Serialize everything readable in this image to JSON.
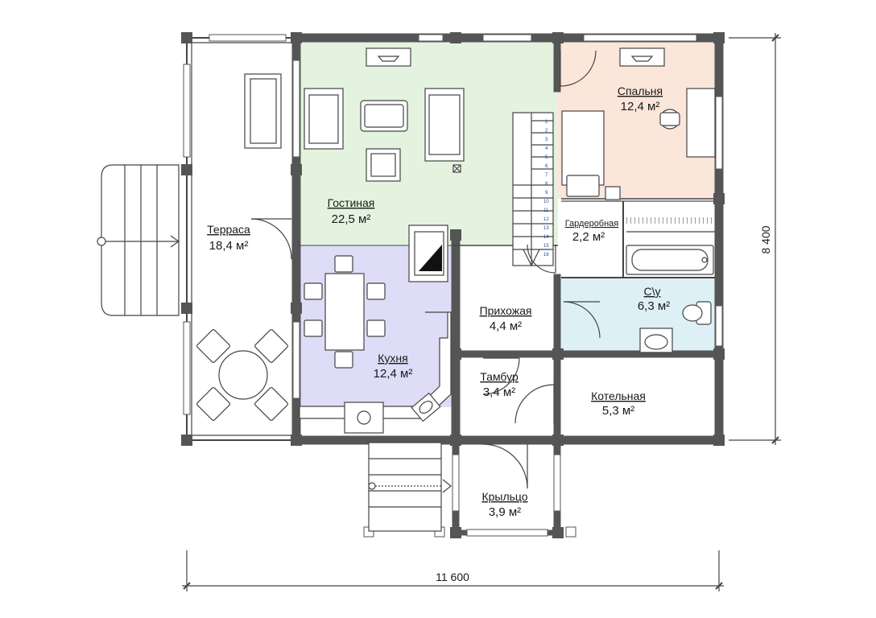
{
  "rooms": {
    "terrace": {
      "name": "Терраса",
      "area": "18,4 м²"
    },
    "living": {
      "name": "Гостиная",
      "area": "22,5 м²"
    },
    "bedroom": {
      "name": "Спальня",
      "area": "12,4 м²"
    },
    "wardrobe": {
      "name": "Гардеробная",
      "area": "2,2 м²"
    },
    "bathroom": {
      "name": "С\\у",
      "area": "6,3 м²"
    },
    "hall": {
      "name": "Прихожая",
      "area": "4,4 м²"
    },
    "kitchen": {
      "name": "Кухня",
      "area": "12,4 м²"
    },
    "vestibule": {
      "name": "Тамбур",
      "area": "3,4 м²"
    },
    "boiler": {
      "name": "Котельная",
      "area": "5,3 м²"
    },
    "porch": {
      "name": "Крыльцо",
      "area": "3,9 м²"
    }
  },
  "dimensions": {
    "width": "11 600",
    "height": "8 400"
  },
  "stair_steps": [
    "1",
    "2",
    "3",
    "4",
    "5",
    "6",
    "7",
    "8",
    "9",
    "10",
    "11",
    "12",
    "13",
    "14",
    "15",
    "16"
  ],
  "colors": {
    "living": "#e3f3df",
    "bedroom": "#fbe6da",
    "bathroom": "#ddf0f5",
    "kitchen": "#dedcf6",
    "wall": "#555555"
  }
}
